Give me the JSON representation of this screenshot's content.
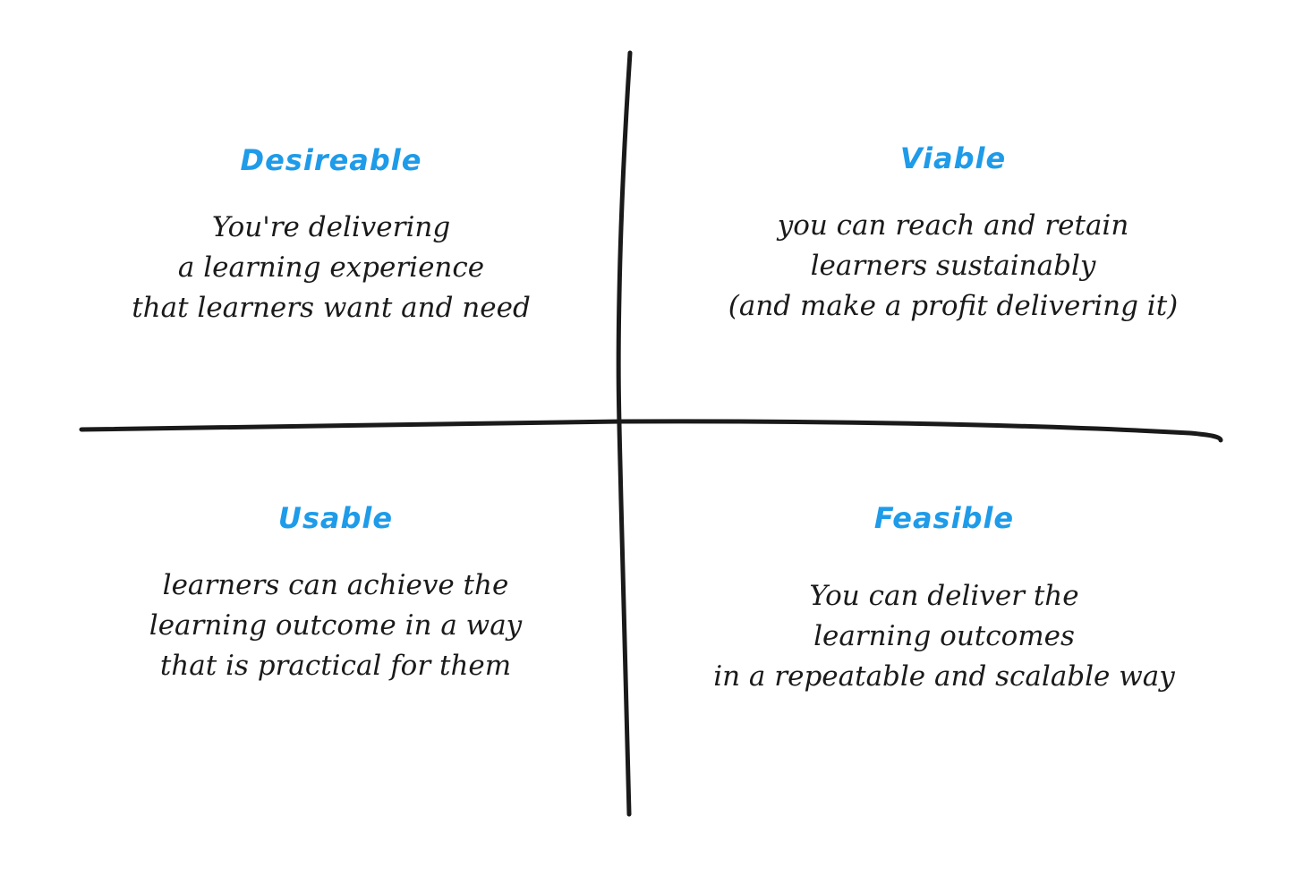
{
  "diagram": {
    "accent_color": "#1e9be9",
    "line_color": "#1a1a1a",
    "quadrants": [
      {
        "id": "desirable",
        "title": "Desireable",
        "lines": [
          "You're delivering",
          "a learning  experience",
          "that learners want and need"
        ]
      },
      {
        "id": "viable",
        "title": "Viable",
        "lines": [
          "you can reach and retain",
          "learners sustainably",
          "(and make a profit delivering it)"
        ]
      },
      {
        "id": "usable",
        "title": "Usable",
        "lines": [
          "learners can achieve the",
          "learning  outcome in a way",
          "that is practical for them"
        ]
      },
      {
        "id": "feasible",
        "title": "Feasible",
        "lines": [
          "You can deliver the",
          "learning  outcomes",
          "in a repeatable and scalable way"
        ]
      }
    ]
  }
}
